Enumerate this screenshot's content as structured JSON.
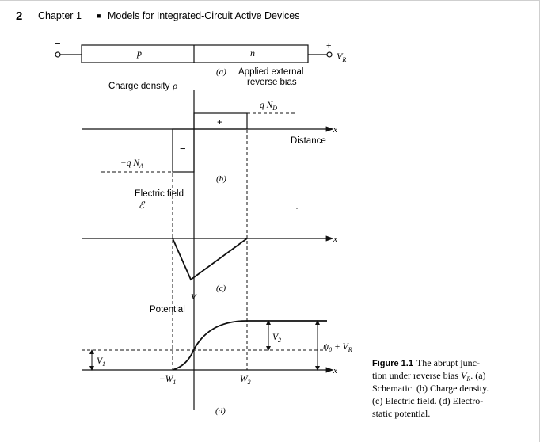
{
  "header": {
    "page_number": "2",
    "chapter": "Chapter 1",
    "bullet": "■",
    "title": "Models for Integrated-Circuit Active Devices"
  },
  "schematic": {
    "terminal_left": "−",
    "terminal_right": "+",
    "region_p": "p",
    "region_n": "n",
    "vr_label": "V",
    "vr_sub": "R",
    "panel": "(a)",
    "applied_line1": "Applied external",
    "applied_line2": "reverse bias"
  },
  "charge_panel": {
    "ylabel_text": "Charge density",
    "ylabel_symbol": "ρ",
    "qnd": "q N",
    "qnd_sub": "D",
    "qna": "−q N",
    "qna_sub": "A",
    "plus": "+",
    "minus": "−",
    "x_axis": "x",
    "distance": "Distance",
    "panel": "(b)"
  },
  "field_panel": {
    "ylabel_text": "Electric field",
    "ylabel_symbol": "ℰ",
    "x_axis": "x",
    "panel": "(c)"
  },
  "potential_panel": {
    "ylabel_text": "Potential",
    "ylabel_symbol": "V",
    "v1": "V",
    "v1_sub": "1",
    "v2": "V",
    "v2_sub": "2",
    "psi": "ψ",
    "psi_sub": "0",
    "psi_rest": " + V",
    "psi_rest_sub": "R",
    "w1": "−W",
    "w1_sub": "1",
    "w2": "W",
    "w2_sub": "2",
    "x_axis": "x",
    "panel": "(d)"
  },
  "caption": {
    "label": "Figure 1.1",
    "line1": "The abrupt junc-",
    "line2_pre": "tion under reverse bias ",
    "line2_sym": "V",
    "line2_sub": "R",
    "line2_post": ". (a)",
    "line3": "Schematic. (b) Charge density.",
    "line4": "(c) Electric field. (d) Electro-",
    "line5": "static potential."
  }
}
